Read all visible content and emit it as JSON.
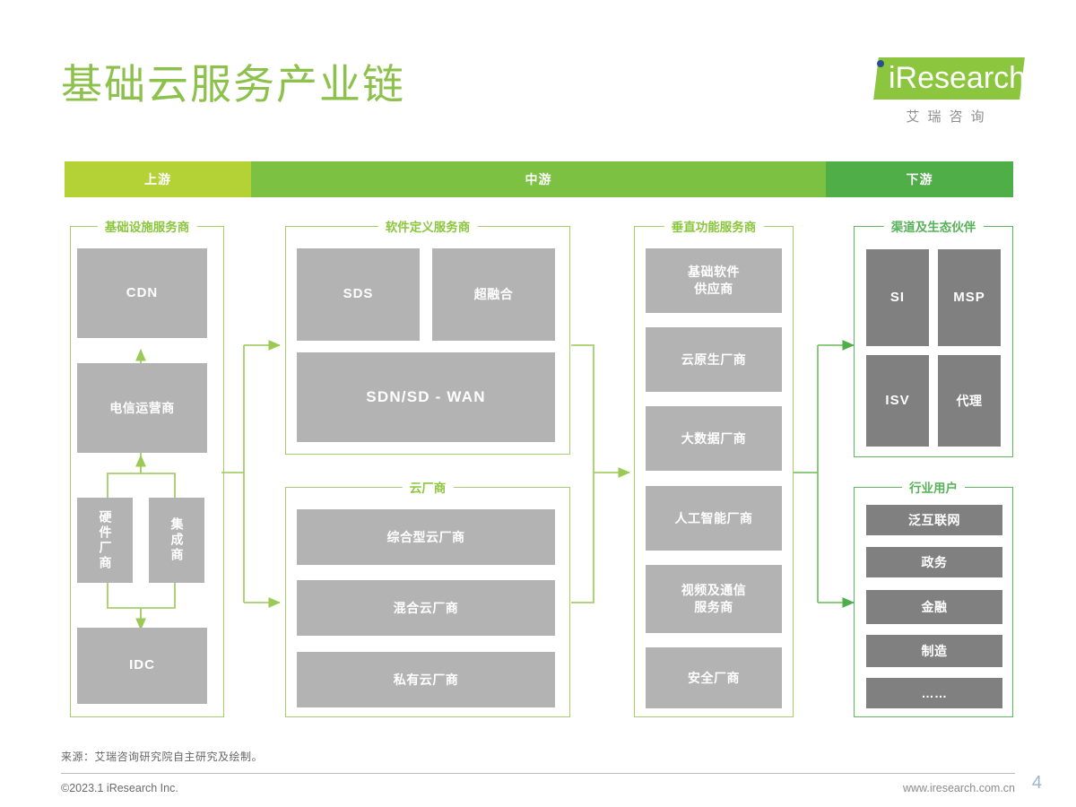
{
  "header": {
    "title": "基础云服务产业链",
    "logo": {
      "word": "iResearch",
      "cn": "艾瑞咨询"
    }
  },
  "stages": [
    {
      "label": "上游",
      "color": "#b4d235"
    },
    {
      "label": "中游",
      "color": "#7cc141"
    },
    {
      "label": "下游",
      "color": "#4fae48"
    }
  ],
  "groups": {
    "infrastructure": {
      "title": "基础设施服务商",
      "boxes": [
        {
          "label": "CDN"
        },
        {
          "label": "电信运营商"
        },
        {
          "label": "硬件厂商"
        },
        {
          "label": "集成商"
        },
        {
          "label": "IDC"
        }
      ]
    },
    "software_defined": {
      "title": "软件定义服务商",
      "boxes": [
        {
          "label": "SDS"
        },
        {
          "label": "超融合"
        },
        {
          "label": "SDN/SD - WAN"
        }
      ]
    },
    "cloud_vendors": {
      "title": "云厂商",
      "boxes": [
        {
          "label": "综合型云厂商"
        },
        {
          "label": "混合云厂商"
        },
        {
          "label": "私有云厂商"
        }
      ]
    },
    "vertical_function": {
      "title": "垂直功能服务商",
      "boxes": [
        {
          "label": "基础软件\n供应商"
        },
        {
          "label": "云原生厂商"
        },
        {
          "label": "大数据厂商"
        },
        {
          "label": "人工智能厂商"
        },
        {
          "label": "视频及通信\n服务商"
        },
        {
          "label": "安全厂商"
        }
      ]
    },
    "channel_partners": {
      "title": "渠道及生态伙伴",
      "boxes": [
        {
          "label": "SI"
        },
        {
          "label": "MSP"
        },
        {
          "label": "ISV"
        },
        {
          "label": "代理"
        }
      ]
    },
    "industry_users": {
      "title": "行业用户",
      "boxes": [
        {
          "label": "泛互联网"
        },
        {
          "label": "政务"
        },
        {
          "label": "金融"
        },
        {
          "label": "制造"
        },
        {
          "label": "……"
        }
      ]
    }
  },
  "footer": {
    "source": "来源：艾瑞咨询研究院自主研究及绘制。",
    "copyright": "©2023.1 iResearch Inc.",
    "url": "www.iresearch.com.cn",
    "page_number": "4"
  },
  "colors": {
    "accent_green": "#8cc63e",
    "frame_green": "#a6ce6a",
    "frame_green_dark": "#5fb860",
    "box_gray": "#b3b3b3",
    "box_gray_dark": "#808080"
  }
}
